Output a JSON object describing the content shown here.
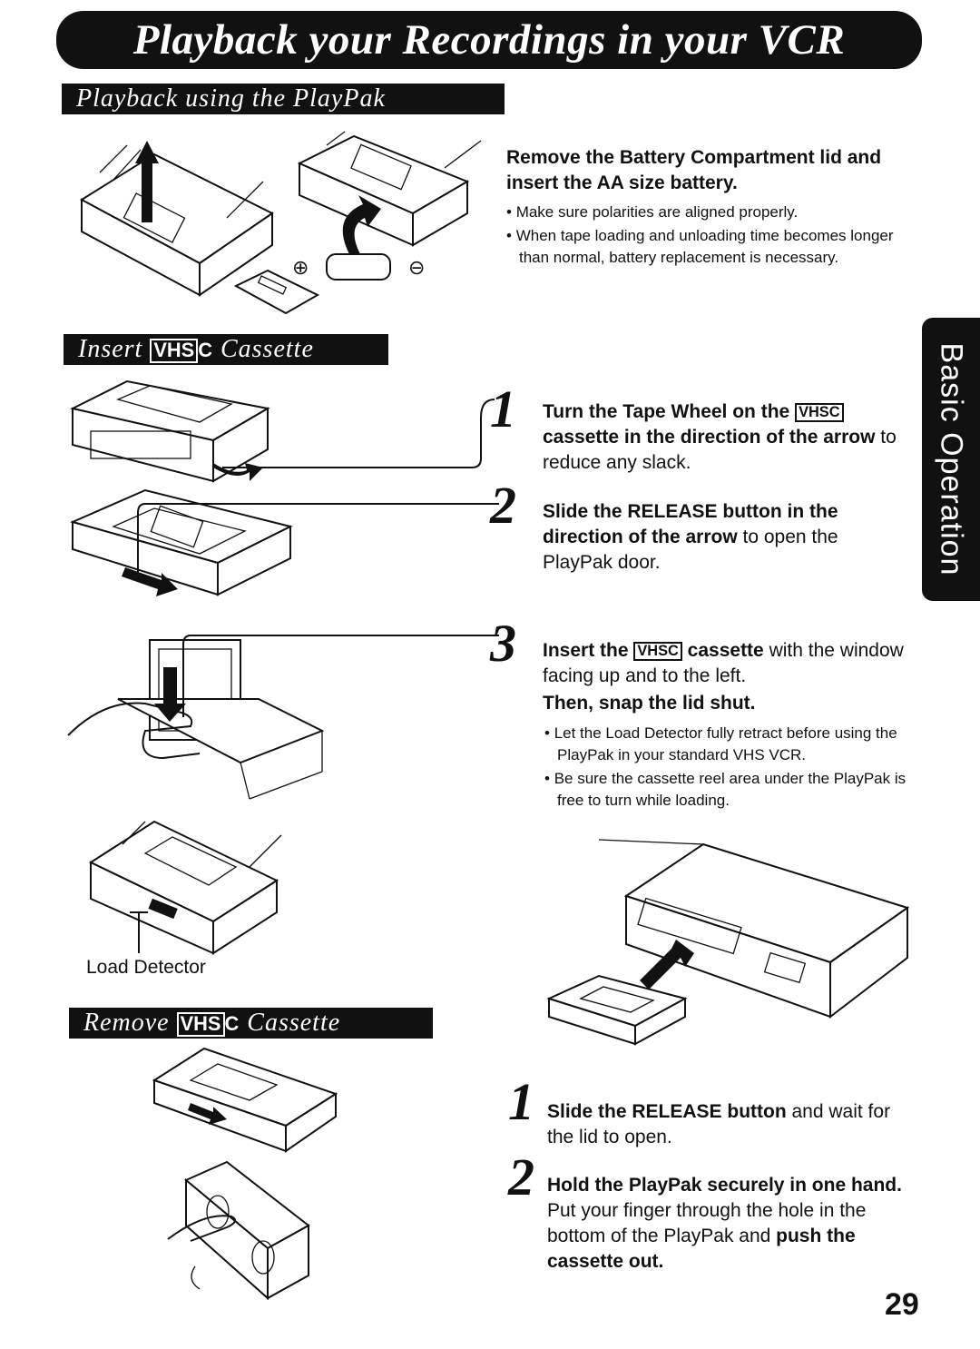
{
  "title": "Playback your Recordings in your VCR",
  "sections": {
    "playpak": {
      "heading": "Playback using the PlayPak",
      "instruction": "Remove the Battery Compartment lid and insert the AA size battery.",
      "bullets": [
        "Make sure polarities are aligned properly.",
        "When tape loading and unloading time becomes longer than normal, battery replacement is necessary."
      ],
      "plus_symbol": "⊕",
      "minus_symbol": "⊖"
    },
    "insert": {
      "heading_pre": "Insert",
      "vhsc": "VHS",
      "vhsc_c": "C",
      "heading_post": "Cassette",
      "steps": [
        {
          "num": "1",
          "bold": "Turn the Tape Wheel on the",
          "vhsc": "VHSC",
          "bold2": "cassette in the direction of the arrow",
          "normal": " to reduce any slack."
        },
        {
          "num": "2",
          "bold": "Slide the RELEASE button in the direction of the arrow",
          "normal": " to open the PlayPak door."
        },
        {
          "num": "3",
          "bold": "Insert the",
          "vhsc": "VHSC",
          "bold2": "cassette",
          "normal": " with the window facing up and to the left.",
          "then": "Then, snap the lid shut."
        }
      ],
      "bullets": [
        "Let the Load Detector fully retract before using the PlayPak in your standard VHS VCR.",
        "Be sure the cassette reel area under the PlayPak is free to turn while loading."
      ],
      "load_detector_label": "Load Detector"
    },
    "remove": {
      "heading_pre": "Remove",
      "vhsc": "VHS",
      "vhsc_c": "C",
      "heading_post": "Cassette",
      "steps": [
        {
          "num": "1",
          "bold": "Slide the RELEASE button",
          "normal": " and wait for the lid to open."
        },
        {
          "num": "2",
          "bold": "Hold the PlayPak securely in one hand.",
          "normal": " Put your finger through the hole in the bottom of the PlayPak and ",
          "bold_end": "push the cassette out."
        }
      ]
    }
  },
  "side_tab": "Basic Operation",
  "page_number": "29"
}
